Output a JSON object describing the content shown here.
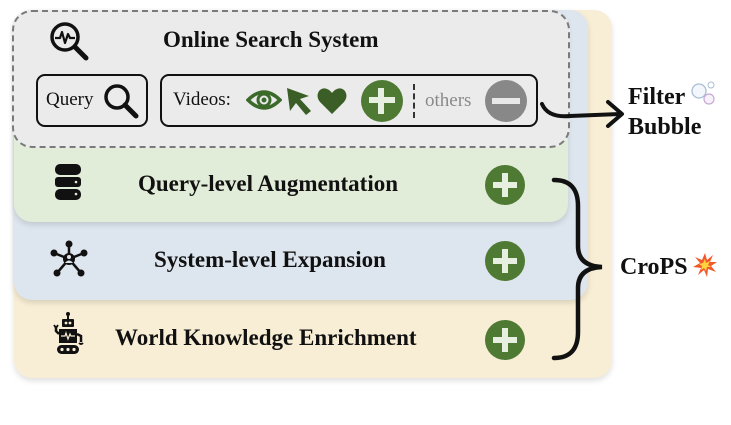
{
  "online_search": {
    "title": "Online Search System",
    "icon": "search-pulse-icon",
    "query_box": {
      "label": "Query",
      "icon": "magnifier-icon"
    },
    "videos_box": {
      "label": "Videos:",
      "interaction_icons": [
        "eye-icon",
        "cursor-icon",
        "heart-icon"
      ],
      "positive_icon": "plus-circle-icon",
      "others_label": "others",
      "negative_icon": "minus-circle-icon"
    }
  },
  "layers": [
    {
      "title": "Query-level Augmentation",
      "icon": "database-icon",
      "color": "#e1ecd9"
    },
    {
      "title": "System-level Expansion",
      "icon": "network-icon",
      "color": "#dde5ee"
    },
    {
      "title": "World Knowledge Enrichment",
      "icon": "robot-icon",
      "color": "#f8eed5"
    }
  ],
  "outputs": {
    "filter_bubble": {
      "line1": "Filter",
      "line2": "Bubble",
      "icon": "bubbles-icon"
    },
    "crops": {
      "label": "CroPS",
      "icon": "collision-icon"
    }
  },
  "colors": {
    "plus_green": "#4f7a34",
    "icon_dark_green": "#3b5e26",
    "minus_gray": "#888888",
    "dashed_border": "#7a7a7a"
  }
}
